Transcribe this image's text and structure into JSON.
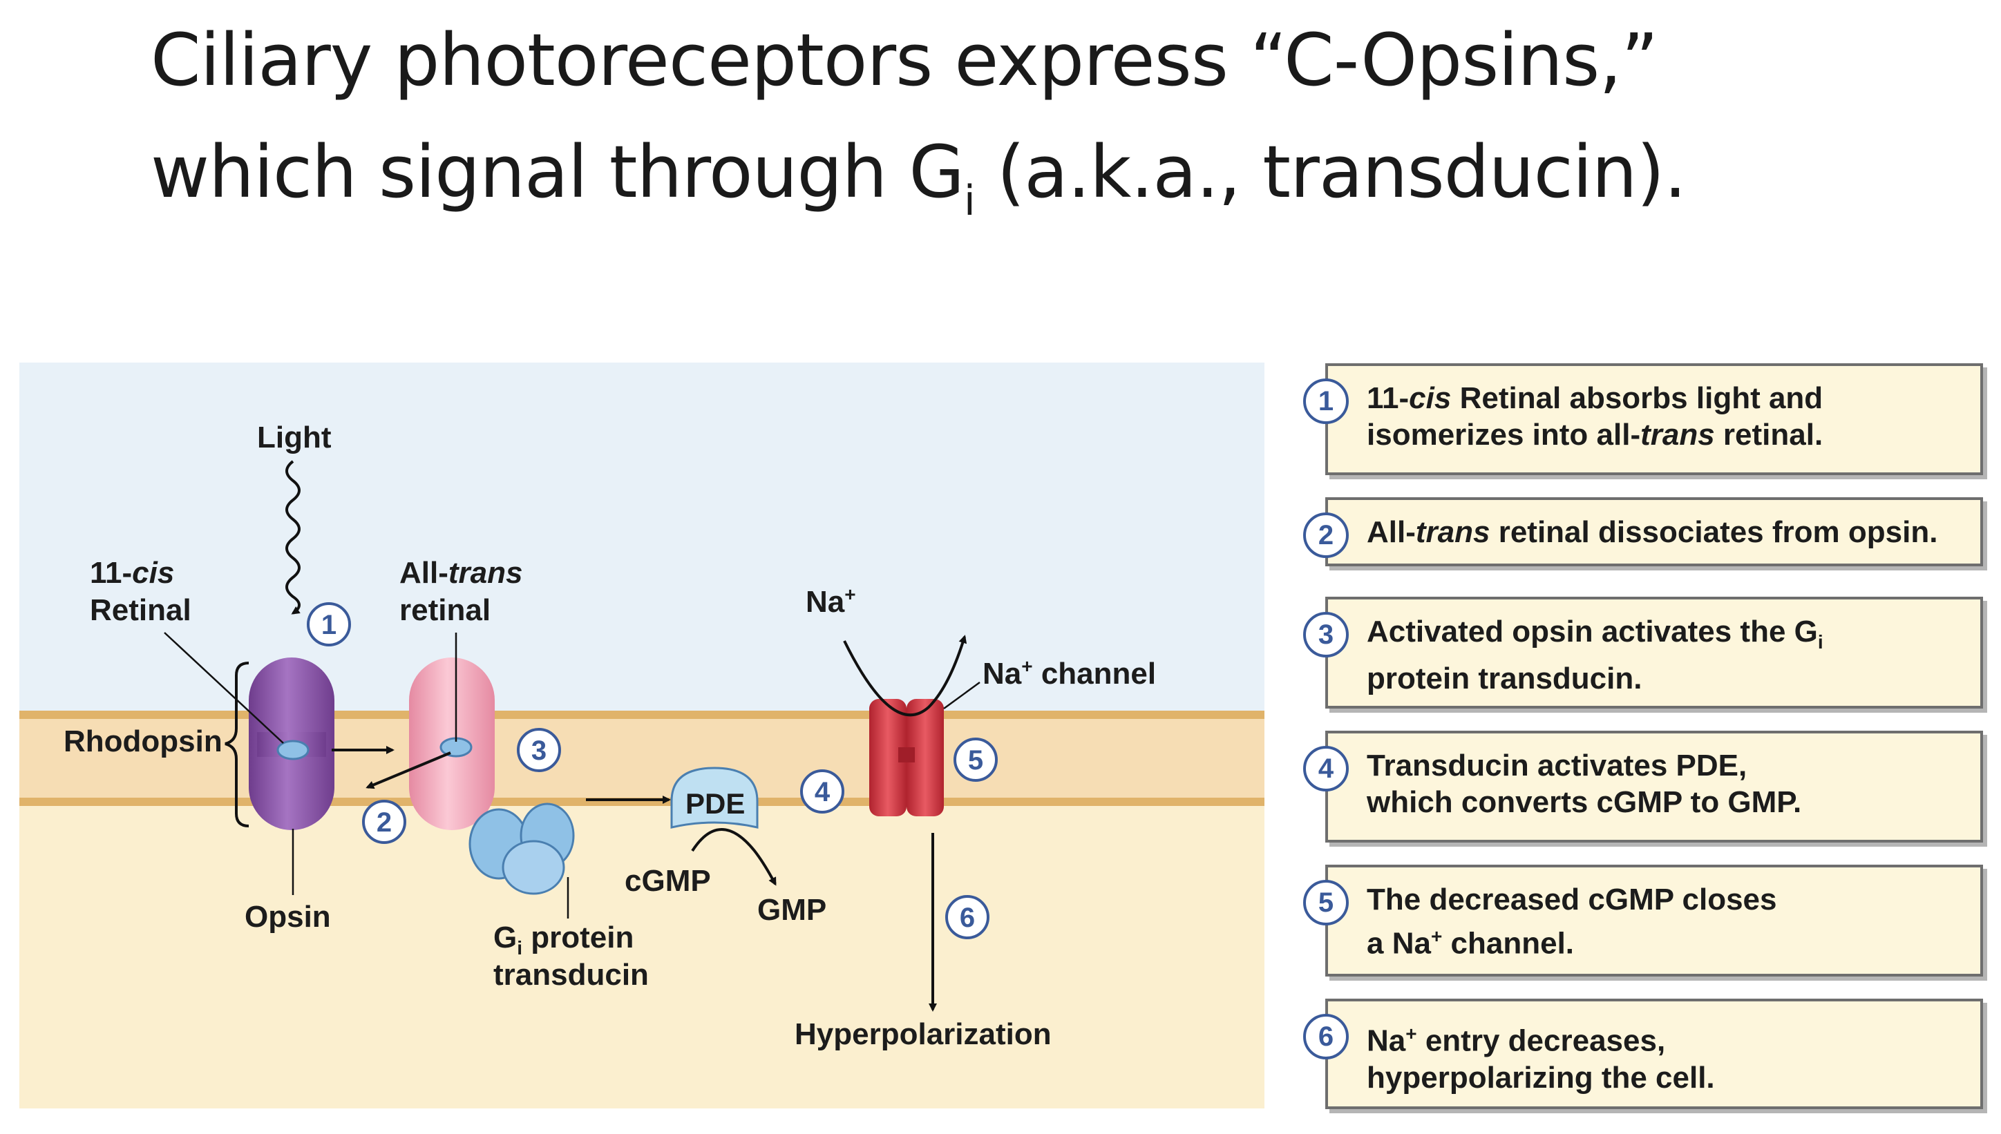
{
  "title": {
    "line1": "Ciliary photoreceptors express “C-Opsins,”",
    "line2_pre": "which signal through G",
    "line2_sub": "i",
    "line2_post": " (a.k.a., transducin)."
  },
  "diagram": {
    "labels": {
      "light": "Light",
      "cis_num": "11-",
      "cis_it": "cis",
      "retinal": "Retinal",
      "all": "All-",
      "trans_it": "trans",
      "retinal_lower": "retinal",
      "rhodopsin": "Rhodopsin",
      "opsin": "Opsin",
      "gi_pre": "G",
      "gi_sub": "i",
      "gi_post": " protein",
      "transducin": "transducin",
      "pde": "PDE",
      "cgmp": "cGMP",
      "gmp": "GMP",
      "na": "Na",
      "na_sup": "+",
      "na_channel_post": " channel",
      "hyperpolarization": "Hyperpolarization"
    },
    "markers": [
      "1",
      "2",
      "3",
      "4",
      "5",
      "6"
    ]
  },
  "steps": [
    {
      "num": "1",
      "parts": [
        [
          "11-",
          ""
        ],
        [
          "cis",
          "i"
        ],
        [
          " Retinal absorbs light and",
          ""
        ]
      ],
      "line2": [
        [
          "isomerizes into all-",
          ""
        ],
        [
          "trans",
          "i"
        ],
        [
          " retinal.",
          ""
        ]
      ]
    },
    {
      "num": "2",
      "parts": [
        [
          "All-",
          ""
        ],
        [
          "trans",
          "i"
        ],
        [
          " retinal dissociates from opsin.",
          ""
        ]
      ],
      "line2": []
    },
    {
      "num": "3",
      "parts": [
        [
          "Activated opsin activates the G",
          ""
        ],
        [
          "i",
          "sub"
        ]
      ],
      "line2": [
        [
          "protein transducin.",
          ""
        ]
      ]
    },
    {
      "num": "4",
      "parts": [
        [
          "Transducin activates PDE,",
          ""
        ]
      ],
      "line2": [
        [
          "which converts cGMP to GMP.",
          ""
        ]
      ]
    },
    {
      "num": "5",
      "parts": [
        [
          "The decreased cGMP closes",
          ""
        ]
      ],
      "line2": [
        [
          "a Na",
          ""
        ],
        [
          "+",
          "sup"
        ],
        [
          " channel.",
          ""
        ]
      ]
    },
    {
      "num": "6",
      "parts": [
        [
          "Na",
          ""
        ],
        [
          "+",
          "sup"
        ],
        [
          " entry decreases,",
          ""
        ]
      ],
      "line2": [
        [
          "hyperpolarizing the cell.",
          ""
        ]
      ]
    }
  ],
  "colors": {
    "extracellular": "#e8f1f8",
    "cytoplasm": "#fbefcf",
    "membrane_line": "#e0b36a",
    "membrane_fill": "#f6ddb4",
    "rhodopsin": "#8b55a8",
    "opsin_pink": "#f3a8bb",
    "retinal_blue": "#8fc1e6",
    "channel_red": "#d9404a",
    "number_blue": "#3a5a9a"
  }
}
